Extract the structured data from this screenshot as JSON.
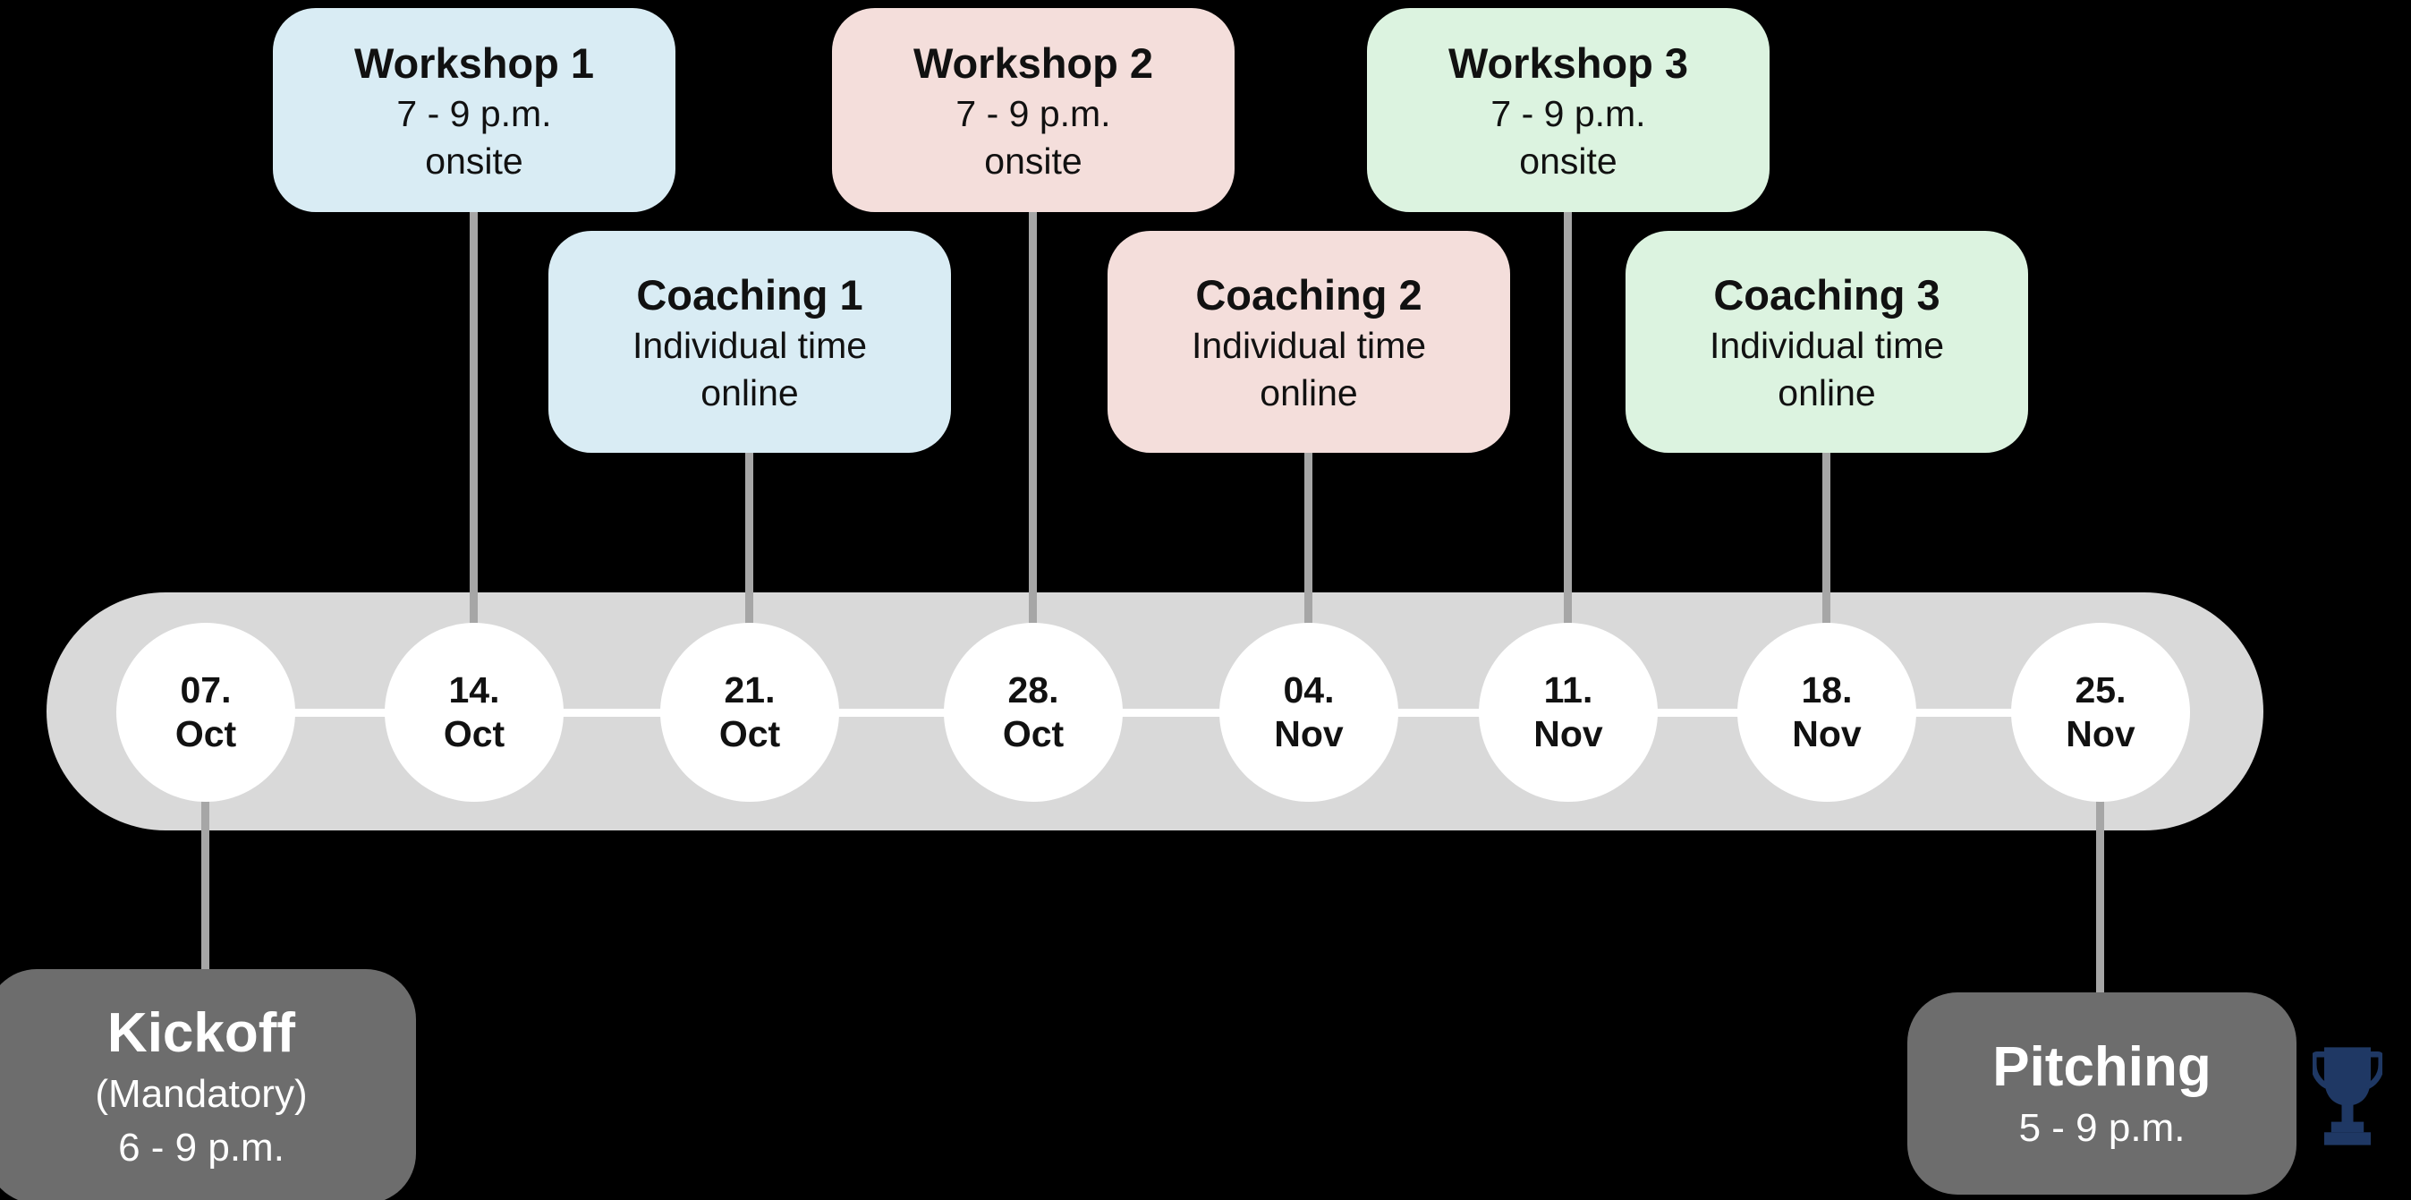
{
  "slide": {
    "background": "#000000"
  },
  "timeline": {
    "bar_color": "#d9d9d9",
    "node_color": "#ffffff",
    "inner_line_color": "#ffffff",
    "connector_color": "#a6a6a6",
    "dates": [
      {
        "day": "07.",
        "month": "Oct"
      },
      {
        "day": "14.",
        "month": "Oct"
      },
      {
        "day": "21.",
        "month": "Oct"
      },
      {
        "day": "28.",
        "month": "Oct"
      },
      {
        "day": "04.",
        "month": "Nov"
      },
      {
        "day": "11.",
        "month": "Nov"
      },
      {
        "day": "18.",
        "month": "Nov"
      },
      {
        "day": "25.",
        "month": "Nov"
      }
    ]
  },
  "workshops": [
    {
      "title": "Workshop 1",
      "time": "7 - 9 p.m.",
      "mode": "onsite",
      "color": "#d9ecf4"
    },
    {
      "title": "Workshop 2",
      "time": "7 - 9 p.m.",
      "mode": "onsite",
      "color": "#f4dedb"
    },
    {
      "title": "Workshop 3",
      "time": "7 - 9 p.m.",
      "mode": "onsite",
      "color": "#dcf3e0"
    }
  ],
  "coachings": [
    {
      "title": "Coaching 1",
      "detail": "Individual time",
      "mode": "online",
      "color": "#d9ecf4"
    },
    {
      "title": "Coaching 2",
      "detail": "Individual time",
      "mode": "online",
      "color": "#f4dedb"
    },
    {
      "title": "Coaching 3",
      "detail": "Individual time",
      "mode": "online",
      "color": "#dcf3e0"
    }
  ],
  "kickoff": {
    "title": "Kickoff",
    "note": "(Mandatory)",
    "time": "6 - 9 p.m.",
    "color": "#6d6d6d"
  },
  "pitching": {
    "title": "Pitching",
    "time": "5 - 9 p.m.",
    "color": "#6d6d6d",
    "trophy_color": "#1f3864"
  }
}
